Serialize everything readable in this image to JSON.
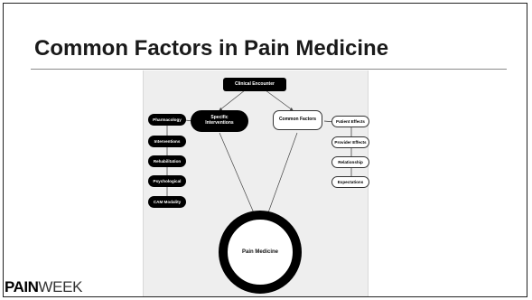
{
  "slide": {
    "title": "Common Factors in Pain Medicine"
  },
  "diagram": {
    "top_node": "Clinical Encounter",
    "branch_left": "Specific Interventions",
    "branch_right": "Common Factors",
    "left_items": [
      "Pharmacology",
      "Interventions",
      "Rehabilitation",
      "Psychological",
      "CAM Modality"
    ],
    "right_items": [
      "Patient Effects",
      "Provider Effects",
      "Relationship",
      "Expectations"
    ],
    "outcome": "Pain Medicine"
  },
  "logo": {
    "word": "PAINWEEK",
    "part_bold": "PAIN",
    "part_light": "WEEK"
  },
  "colors": {
    "panel_bg": "#eeeeee",
    "node_dark": "#000000",
    "node_light": "#ffffff"
  }
}
